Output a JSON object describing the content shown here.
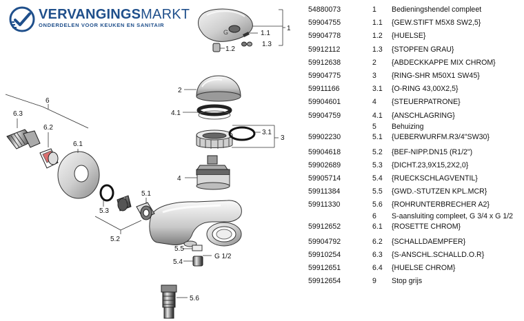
{
  "brand": {
    "name_part1": "VERVANGINGS",
    "name_part2": "MARKT",
    "tagline": "ONDERDELEN VOOR KEUKEN EN SANITAIR",
    "color": "#1f4f8b"
  },
  "callouts": {
    "c1": "1",
    "c1_1": "1.1",
    "c1_2": "1.2",
    "c1_3": "1.3",
    "c2": "2",
    "c3": "3",
    "c3_1": "3.1",
    "c4": "4",
    "c4_1": "4.1",
    "c5_1": "5.1",
    "c5_2": "5.2",
    "c5_3": "5.3",
    "c5_4": "5.4",
    "c5_5": "5.5",
    "c5_6": "5.6",
    "c6": "6",
    "c6_1": "6.1",
    "c6_2": "6.2",
    "c6_3": "6.3",
    "g12": "G 1/2"
  },
  "parts": [
    {
      "article": "54880073",
      "pos": "1",
      "desc": "Bedieningshendel compleet"
    },
    {
      "article": "59904755",
      "pos": "1.1",
      "desc": "{GEW.STIFT M5X8 SW2,5}"
    },
    {
      "article": "59904778",
      "pos": "1.2",
      "desc": "{HUELSE}"
    },
    {
      "article": "59912112",
      "pos": "1.3",
      "desc": "{STOPFEN GRAU}"
    },
    {
      "article": "59912638",
      "pos": "2",
      "desc": "{ABDECKKAPPE MIX CHROM}"
    },
    {
      "article": "59904775",
      "pos": "3",
      "desc": "{RING-SHR M50X1 SW45}"
    },
    {
      "article": "59911166",
      "pos": "3.1",
      "desc": "{O-RING 43,00X2,5}"
    },
    {
      "article": "59904601",
      "pos": "4",
      "desc": "{STEUERPATRONE}"
    },
    {
      "article": "59904759",
      "pos": "4.1",
      "desc": "{ANSCHLAGRING}"
    },
    {
      "article": "59902230",
      "pos": "5.1",
      "desc": "{UEBERWURFM.R3/4\"SW30}",
      "head_pos": "5",
      "head_desc": "Behuizing"
    },
    {
      "article": "59904618",
      "pos": "5.2",
      "desc": "{BEF-NIPP.DN15 (R1/2\")"
    },
    {
      "article": "59902689",
      "pos": "5.3",
      "desc": "{DICHT.23,9X15,2X2,0}"
    },
    {
      "article": "59905714",
      "pos": "5.4",
      "desc": "{RUECKSCHLAGVENTIL}"
    },
    {
      "article": "59911384",
      "pos": "5.5",
      "desc": "{GWD.-STUTZEN KPL.MCR}"
    },
    {
      "article": "59911330",
      "pos": "5.6",
      "desc": "{ROHRUNTERBRECHER A2}"
    },
    {
      "article": "59912652",
      "pos": "6.1",
      "desc": "{ROSETTE CHROM}",
      "head_pos": "6",
      "head_desc": "S-aansluiting compleet, G 3/4 x G 1/2"
    },
    {
      "article": "59904792",
      "pos": "6.2",
      "desc": "{SCHALLDAEMPFER}"
    },
    {
      "article": "59910254",
      "pos": "6.3",
      "desc": "{S-ANSCHL.SCHALLD.O.R}"
    },
    {
      "article": "59912651",
      "pos": "6.4",
      "desc": "{HUELSE CHROM}"
    },
    {
      "article": "59912654",
      "pos": "9",
      "desc": "Stop grijs"
    }
  ]
}
